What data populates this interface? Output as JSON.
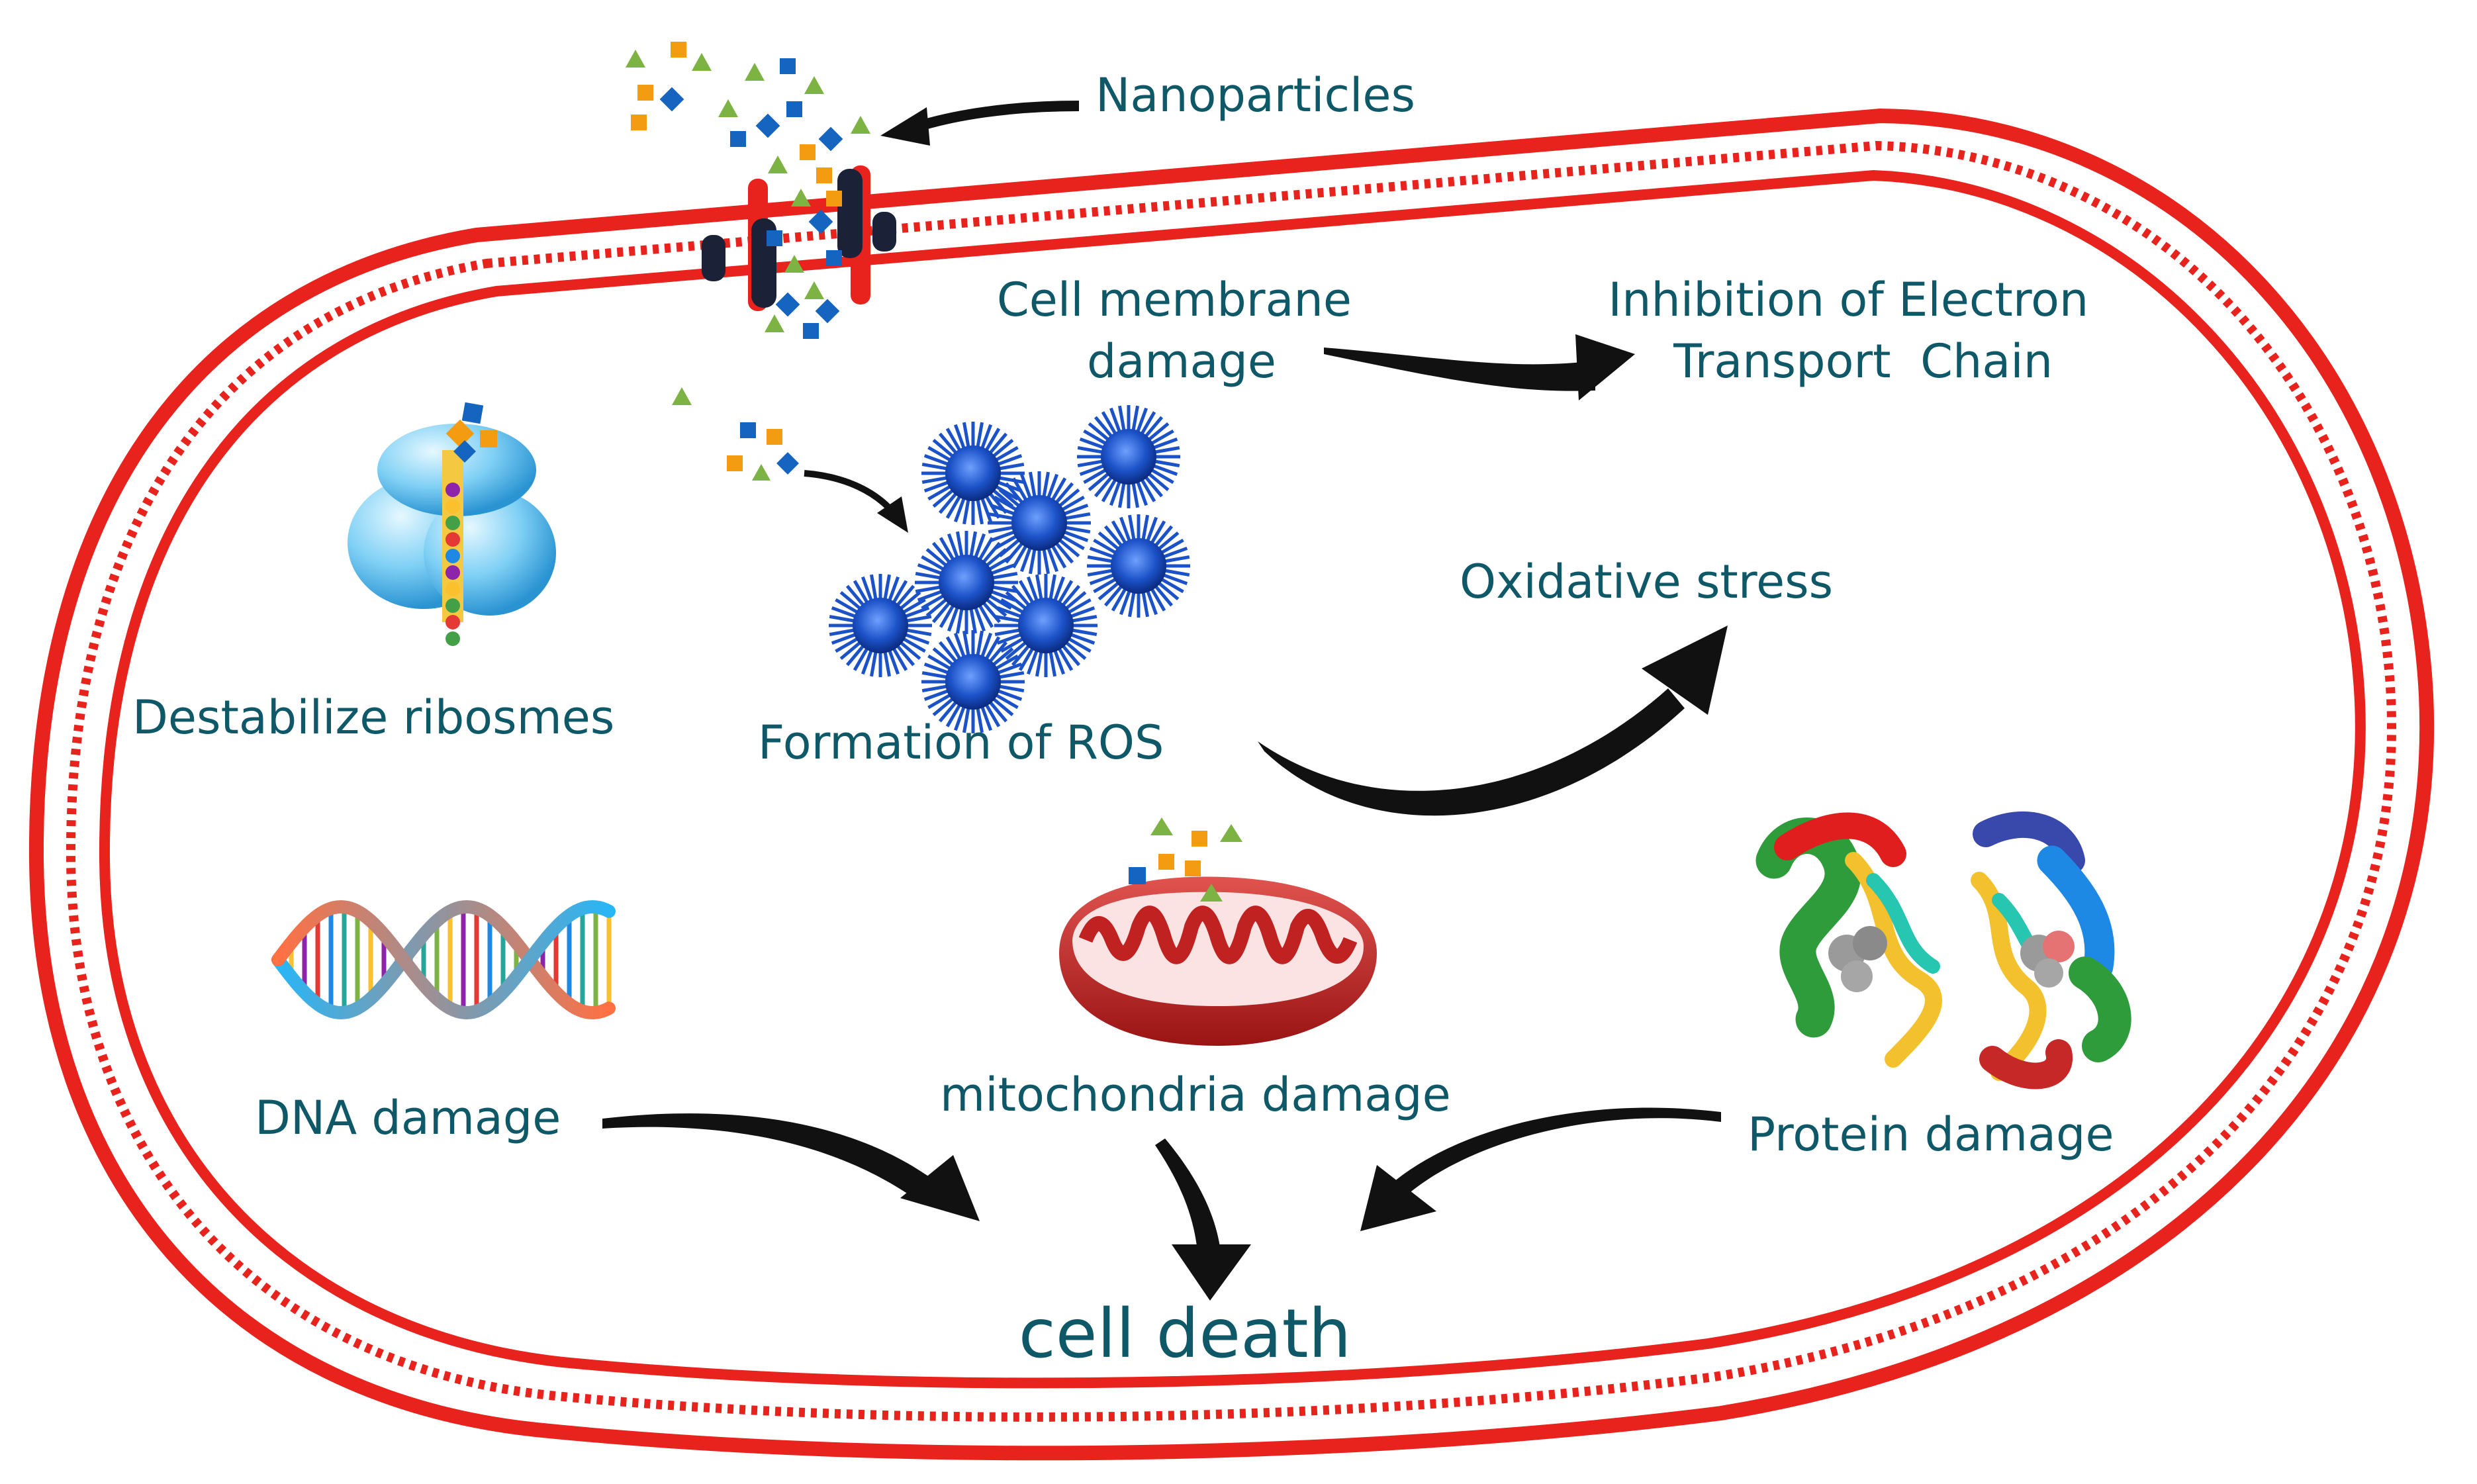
{
  "labels": {
    "nanoparticles": "Nanoparticles",
    "cell_membrane_damage": [
      "Cell membrane",
      "damage"
    ],
    "inhibition_etc": [
      "Inhibition of Electron",
      "Transport  Chain"
    ],
    "destabilize_ribosomes": "Destabilize ribosmes",
    "formation_ros": "Formation of ROS",
    "oxidative_stress": "Oxidative stress",
    "dna_damage": "DNA damage",
    "mitochondria_damage": "mitochondria damage",
    "protein_damage": "Protein damage",
    "cell_death": "cell death"
  },
  "icons": {
    "nanoparticles": "nanoparticle-cluster-icon",
    "ribosome": "ribosome-icon",
    "ros": "ros-particle-icon",
    "dna": "dna-helix-icon",
    "mitochondrion": "mitochondrion-icon",
    "protein": "protein-structure-icon"
  },
  "colors": {
    "label_text": "#0f5868",
    "membrane": "#e8221c",
    "arrow": "#111111",
    "ros": "#1c52c8",
    "nanoparticle_blue": "#1565c0",
    "nanoparticle_orange": "#f39c12",
    "nanoparticle_green": "#7cb342"
  }
}
